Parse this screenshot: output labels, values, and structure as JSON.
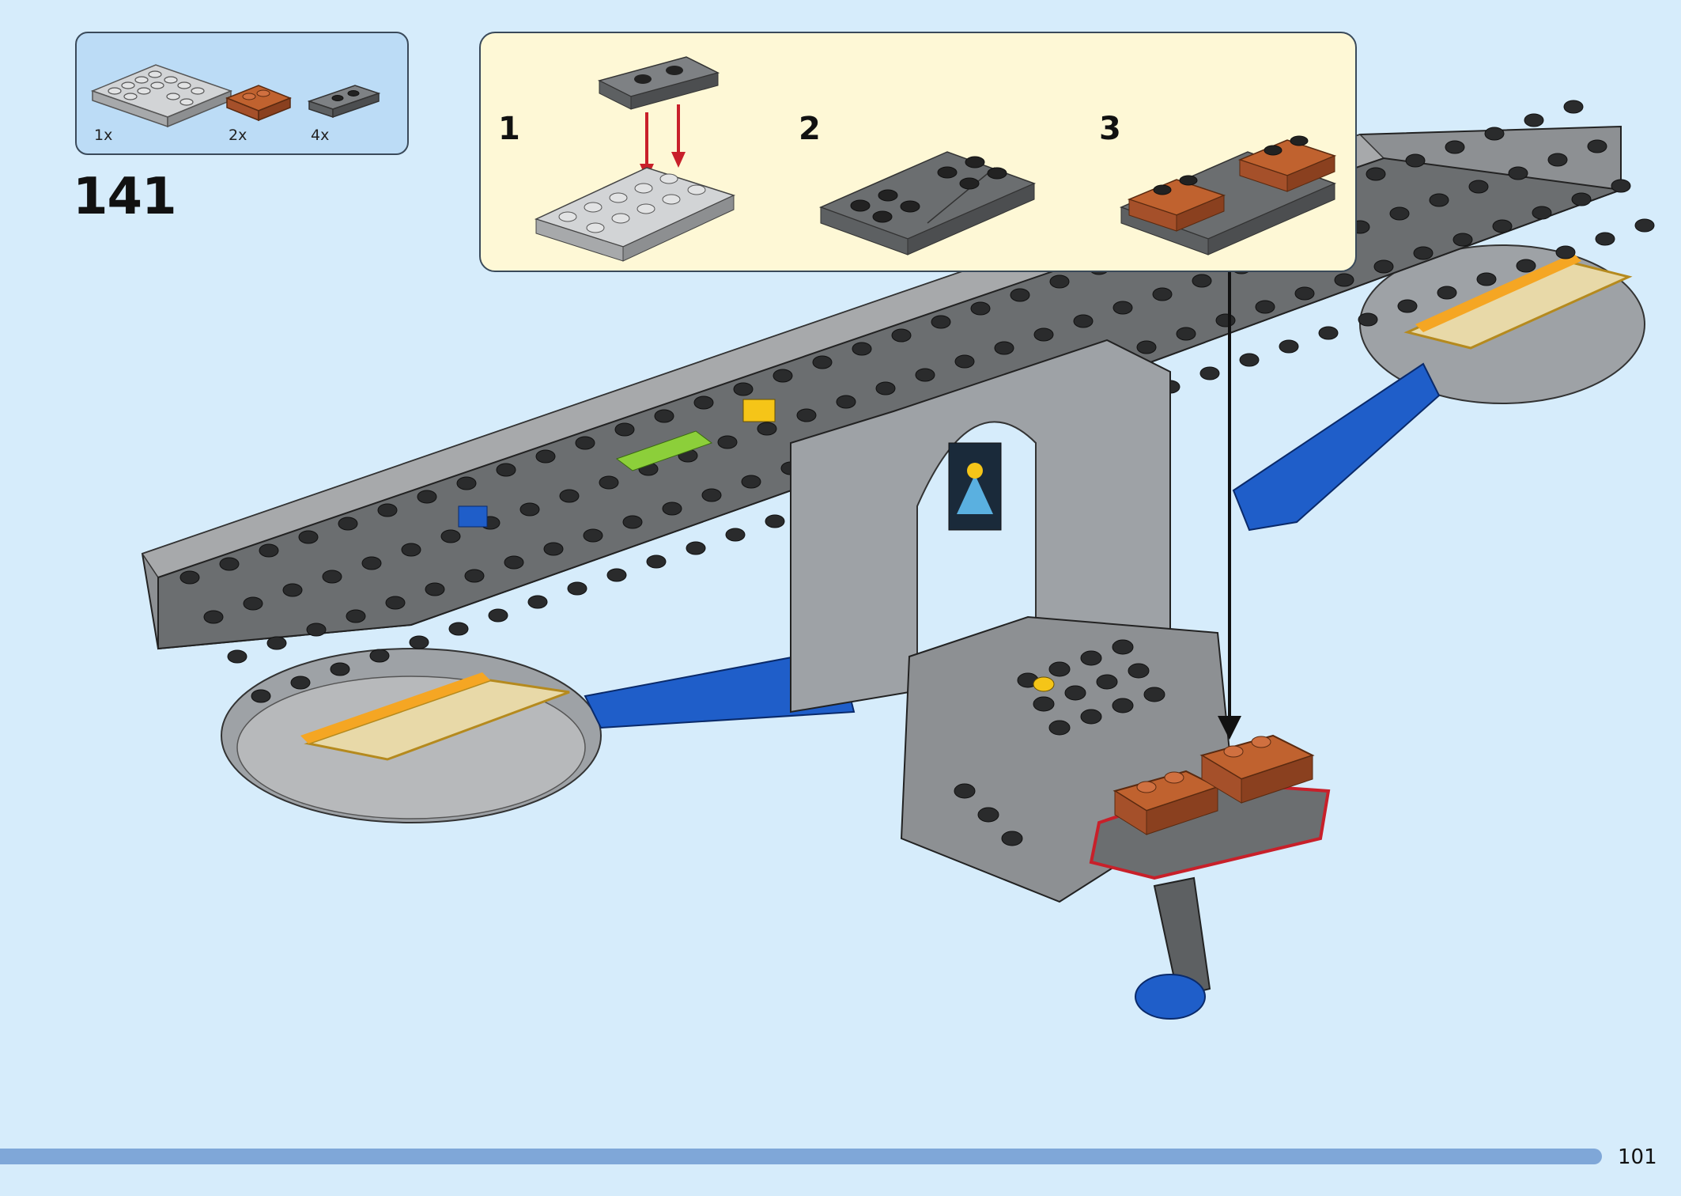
{
  "parts": [
    {
      "qty": "1x",
      "icon": "light-gray-plate-2x6-icon",
      "color": "#b7b9bb"
    },
    {
      "qty": "2x",
      "icon": "brown-plate-2x2-icon",
      "color": "#a5502a"
    },
    {
      "qty": "4x",
      "icon": "dark-gray-plate-1x4-icon",
      "color": "#6b6e70"
    }
  ],
  "step": "141",
  "substeps": [
    {
      "label": "1"
    },
    {
      "label": "2"
    },
    {
      "label": "3"
    }
  ],
  "page_number": "101",
  "colors": {
    "background": "#d6ecfb",
    "parts_box": "#bcdcf6",
    "substep_box": "#fef8d6",
    "progress_bar": "#7fa7d8",
    "arrow_red": "#c8202a",
    "highlight_red": "#c8202a",
    "brick_dark": "#6b6e70",
    "brick_light": "#b7b9bb",
    "brick_brown": "#a5502a",
    "brick_blue": "#1f5ec9",
    "brick_orange": "#f5a623",
    "brick_tan": "#e8d9a8"
  }
}
